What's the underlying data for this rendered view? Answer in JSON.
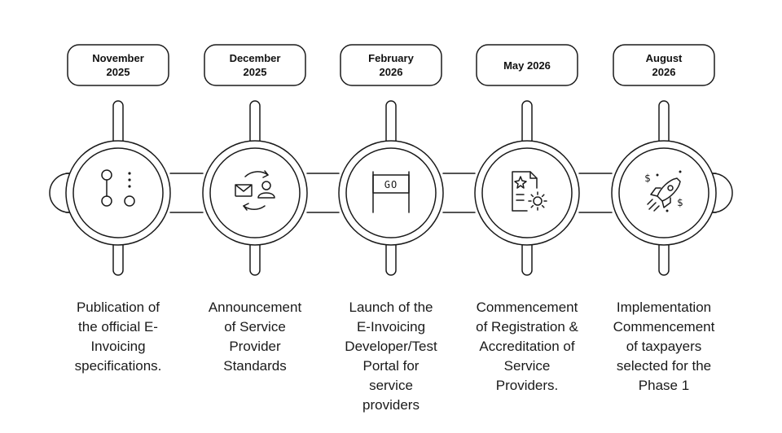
{
  "timeline": {
    "milestones": [
      {
        "date_lines": [
          "November",
          "2025"
        ],
        "icon": "flowchart-icon",
        "description": "Publication of\nthe official E-\nInvoicing\nspecifications."
      },
      {
        "date_lines": [
          "December",
          "2025"
        ],
        "icon": "mail-user-exchange-icon",
        "description": "Announcement\nof Service\nProvider\nStandards"
      },
      {
        "date_lines": [
          "February",
          "2026"
        ],
        "icon": "go-sign-icon",
        "description": "Launch of the\nE-Invoicing\nDeveloper/Test\nPortal for\nservice\nproviders"
      },
      {
        "date_lines": [
          "May 2026"
        ],
        "icon": "document-gear-icon",
        "description": "Commencement\nof Registration &\nAccreditation of\nService\nProviders."
      },
      {
        "date_lines": [
          "August",
          "2026"
        ],
        "icon": "rocket-launch-icon",
        "description": "Implementation\nCommencement\nof taxpayers\nselected for the\nPhase 1"
      }
    ],
    "go_sign_text": "GO",
    "money_symbol": "$",
    "stroke_color": "#1a1a1a"
  }
}
